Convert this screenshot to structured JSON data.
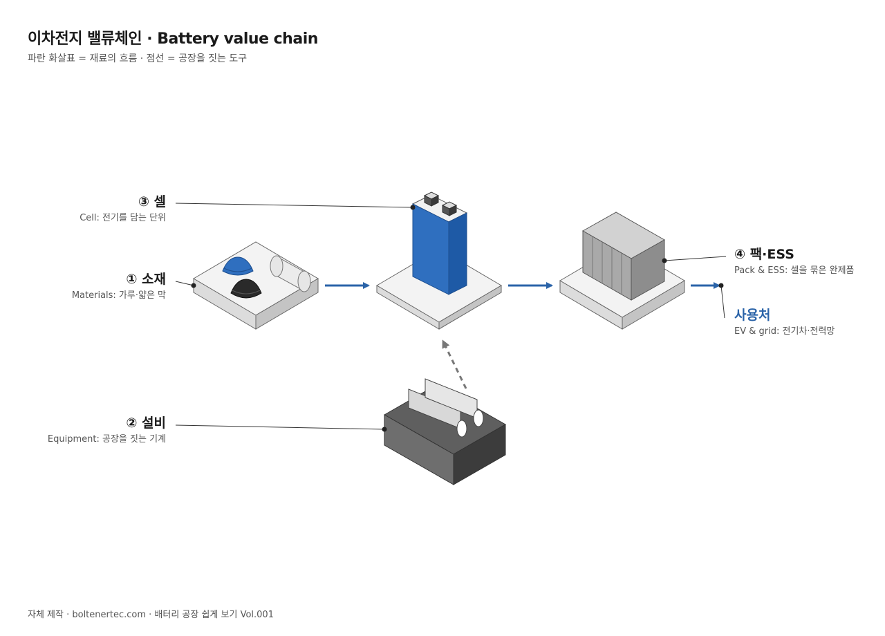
{
  "header": {
    "title": "이차전지 밸류체인 · Battery value chain",
    "subtitle": "파란 화살표 = 재료의 흐름 · 점선 = 공장을 짓는 도구"
  },
  "stages": {
    "materials": {
      "name": "① 소재",
      "desc": "Materials: 가루·얇은 막"
    },
    "equipment": {
      "name": "② 설비",
      "desc": "Equipment: 공장을 짓는 기계"
    },
    "cell": {
      "name": "③ 셀",
      "desc": "Cell: 전기를 담는 단위"
    },
    "pack": {
      "name": "④ 팩·ESS",
      "desc": "Pack & ESS: 셀을 묶은 완제품"
    },
    "use": {
      "name": "사용처",
      "desc": "EV & grid: 전기차·전력망"
    }
  },
  "colors": {
    "flow_arrow": "#2a63a8",
    "tool_arrow": "#777777",
    "cell_blue": "#2f6fbf",
    "use_label": "#2a63a8"
  },
  "footer": {
    "text": "자체 제작 · boltenertec.com · 배터리 공장 쉽게 보기 Vol.001"
  }
}
